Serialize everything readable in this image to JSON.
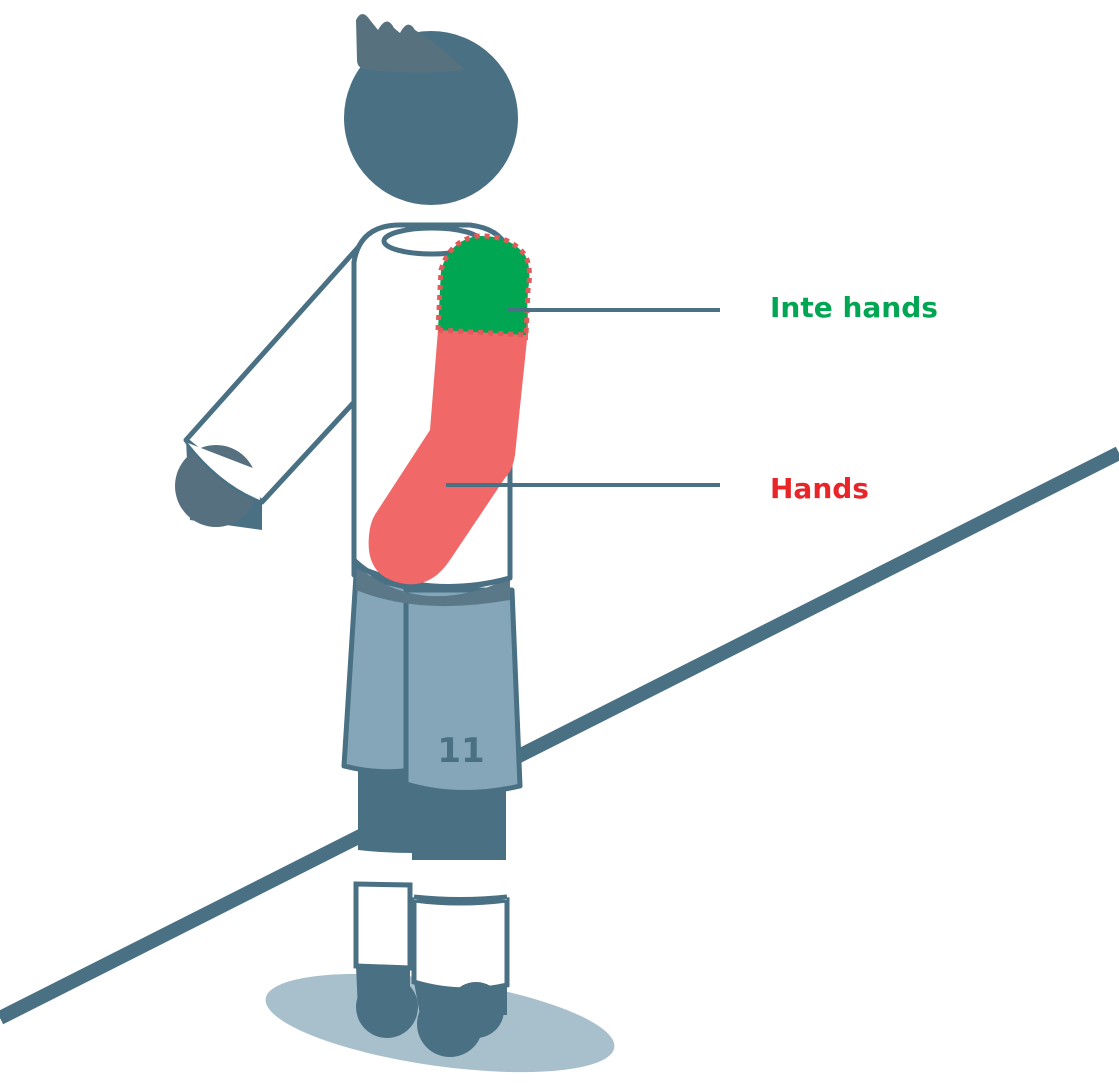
{
  "labels": {
    "not_hands": "Inte hands",
    "hands": "Hands"
  },
  "jersey_number": "11",
  "colors": {
    "outline": "#4a7084",
    "skin_dark": "#4a7084",
    "hair": "#57727e",
    "shirt": "#ffffff",
    "shorts": "#84a6b8",
    "sock_dark": "#4a7084",
    "shadow": "#a8bfcc",
    "ground_line": "#4a7084",
    "hands_zone": "#f06868",
    "not_hands_zone": "#00a651",
    "not_hands_dots": "#e05a5a",
    "label_not_hands": "#00a651",
    "label_hands": "#e8262a"
  }
}
